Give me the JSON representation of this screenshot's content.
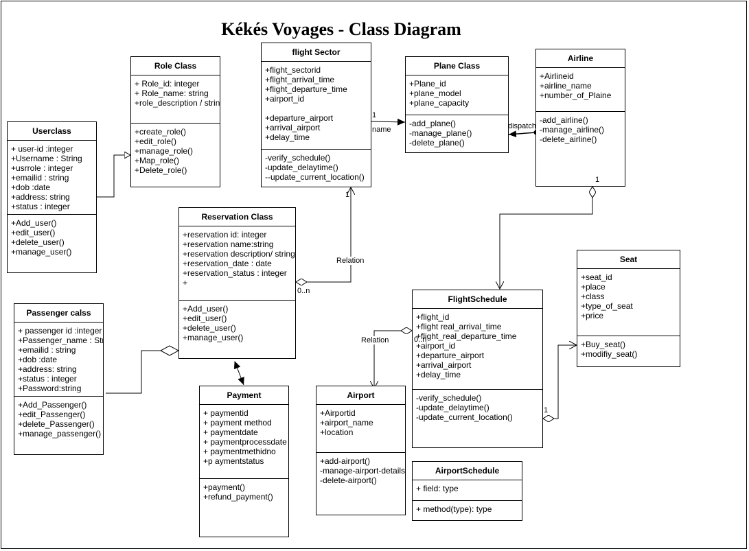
{
  "title": "Kékés Voyages - Class Diagram",
  "classes": [
    {
      "id": "userclass",
      "name": "Userclass",
      "attributes": [
        "+ user-id :integer",
        "+Username : String",
        "+usrrole : integer",
        "+emailid : string",
        "+dob :date",
        "+address: string",
        "+status : integer"
      ],
      "methods": [
        "+Add_user()",
        "+edit_user()",
        "+delete_user()",
        "+manage_user()"
      ]
    },
    {
      "id": "role",
      "name": "Role Class",
      "attributes": [
        "+ Role_id: integer",
        "+ Role_name: string",
        "+role_description / string"
      ],
      "methods": [
        "+create_role()",
        "+edit_role()",
        "+manage_role()",
        "+Map_role()",
        "+Delete_role()"
      ]
    },
    {
      "id": "flight-sector",
      "name": "flight Sector",
      "attributes": [
        "+flight_sectorid",
        "+flight_arrival_time",
        "+flight_departure_time",
        "+airport_id",
        "",
        "+departure_airport",
        "+arrival_airport",
        "+delay_time"
      ],
      "methods": [
        "-verify_schedule()",
        "-update_delaytime()",
        "--update_current_location()"
      ]
    },
    {
      "id": "plane",
      "name": "Plane Class",
      "attributes": [
        "+Plane_id",
        "+plane_model",
        "+plane_capacity"
      ],
      "methods": [
        "-add_plane()",
        "-manage_plane()",
        "-delete_plane()"
      ]
    },
    {
      "id": "airline",
      "name": "Airline",
      "attributes": [
        "+Airlineid",
        "+airline_name",
        "+number_of_Plaine"
      ],
      "methods": [
        "-add_airline()",
        "-manage_airline()",
        "-delete_airline()"
      ]
    },
    {
      "id": "reservation",
      "name": "Reservation Class",
      "attributes": [
        "+reservation id: integer",
        "+reservation name:string",
        "+reservation description/ string",
        "+reservation_date : date",
        "+reservation_status : integer",
        "+"
      ],
      "methods": [
        "+Add_user()",
        "+edit_user()",
        "+delete_user()",
        "+manage_user()"
      ]
    },
    {
      "id": "passenger",
      "name": "Passenger calss",
      "attributes": [
        "+ passenger id :integer",
        "+Passenger_name : String",
        " +emailid : string",
        "+dob :date",
        "+address: string",
        "+status : integer",
        "+Password:string"
      ],
      "methods": [
        "+Add_Passenger()",
        "+edit_Passenger()",
        "+delete_Passenger()",
        "+manage_passenger()"
      ]
    },
    {
      "id": "payment",
      "name": "Payment",
      "attributes": [
        "+ paymentid",
        "+ payment method",
        "+ paymentdate",
        "+ paymentprocessdate",
        "+ paymentmethidno",
        "+p aymentstatus"
      ],
      "methods": [
        "+payment()",
        "+refund_payment()"
      ]
    },
    {
      "id": "airport",
      "name": "Airport",
      "attributes": [
        "+Airportid",
        "+airport_name",
        "+location"
      ],
      "methods": [
        "+add-airport()",
        "-manage-airport-details()",
        "-delete-airport()"
      ]
    },
    {
      "id": "flight-schedule",
      "name": "FlightSchedule",
      "attributes": [
        "+flight_id",
        "+flight real_arrival_time",
        "+flight_real_departure_time",
        "+airport_id",
        "+departure_airport",
        "+arrival_airport",
        "+delay_time"
      ],
      "methods": [
        "-verify_schedule()",
        "-update_delaytime()",
        "-update_current_location()"
      ]
    },
    {
      "id": "seat",
      "name": "Seat",
      "attributes": [
        "+seat_id",
        "+place",
        "+class",
        "+type_of_seat",
        "+price"
      ],
      "methods": [
        "+Buy_seat()",
        "+modifiy_seat()"
      ]
    },
    {
      "id": "airport-schedule",
      "name": "AirportSchedule",
      "attributes": [
        "+ field: type"
      ],
      "methods": [
        "+ method(type): type"
      ]
    }
  ],
  "edges": [
    {
      "label": "name",
      "mult": "1"
    },
    {
      "label": "dispatch"
    },
    {
      "label": "Relation",
      "mult_end": "1",
      "mult_start": "0..n"
    },
    {
      "label": "Relation",
      "mult": "0..n"
    },
    {
      "mult": "1"
    },
    {
      "mult": "1"
    }
  ]
}
